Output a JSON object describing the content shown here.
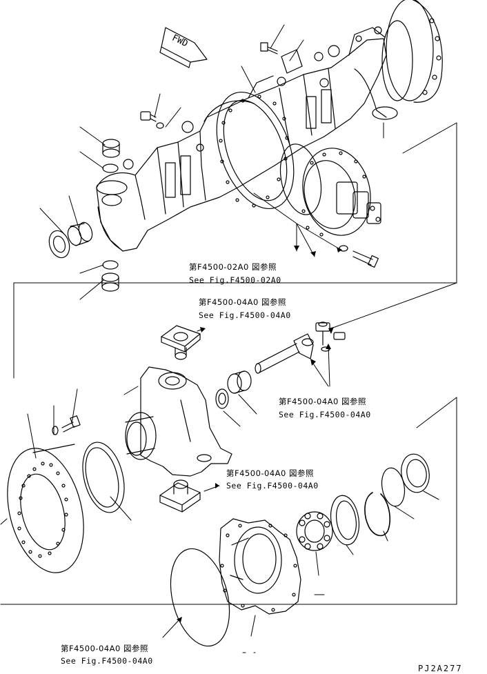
{
  "diagram": {
    "direction_badge": "FWD",
    "drawing_code": "PJ2A277",
    "callouts": [
      {
        "jp": "第F4500-02A0 図参照",
        "en": "See Fig.F4500-02A0"
      },
      {
        "jp": "第F4500-04A0 図参照",
        "en": "See Fig.F4500-04A0"
      },
      {
        "jp": "第F4500-04A0 図参照",
        "en": "See Fig.F4500-04A0"
      },
      {
        "jp": "第F4500-04A0 図参照",
        "en": "See Fig.F4500-04A0"
      },
      {
        "jp": "第F4500-04A0 図参照",
        "en": "See Fig.F4500-04A0"
      }
    ]
  }
}
